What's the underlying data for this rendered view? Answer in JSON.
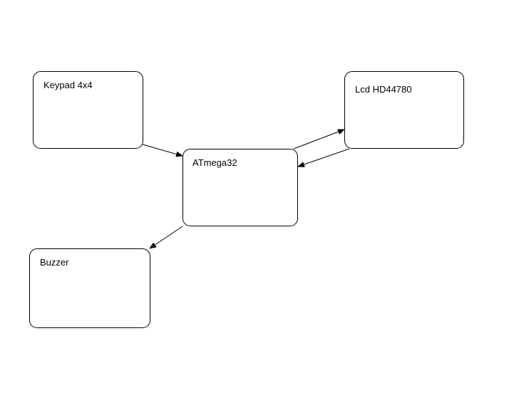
{
  "diagram": {
    "blocks": {
      "keypad": {
        "label": "Keypad 4x4"
      },
      "lcd": {
        "label": "Lcd HD44780"
      },
      "mcu": {
        "label": "ATmega32"
      },
      "buzzer": {
        "label": "Buzzer"
      }
    },
    "connections": [
      {
        "from": "keypad",
        "to": "mcu"
      },
      {
        "from": "mcu",
        "to": "lcd"
      },
      {
        "from": "lcd",
        "to": "mcu"
      },
      {
        "from": "mcu",
        "to": "buzzer"
      }
    ],
    "colors": {
      "stroke": "#000000",
      "background": "#ffffff"
    }
  }
}
